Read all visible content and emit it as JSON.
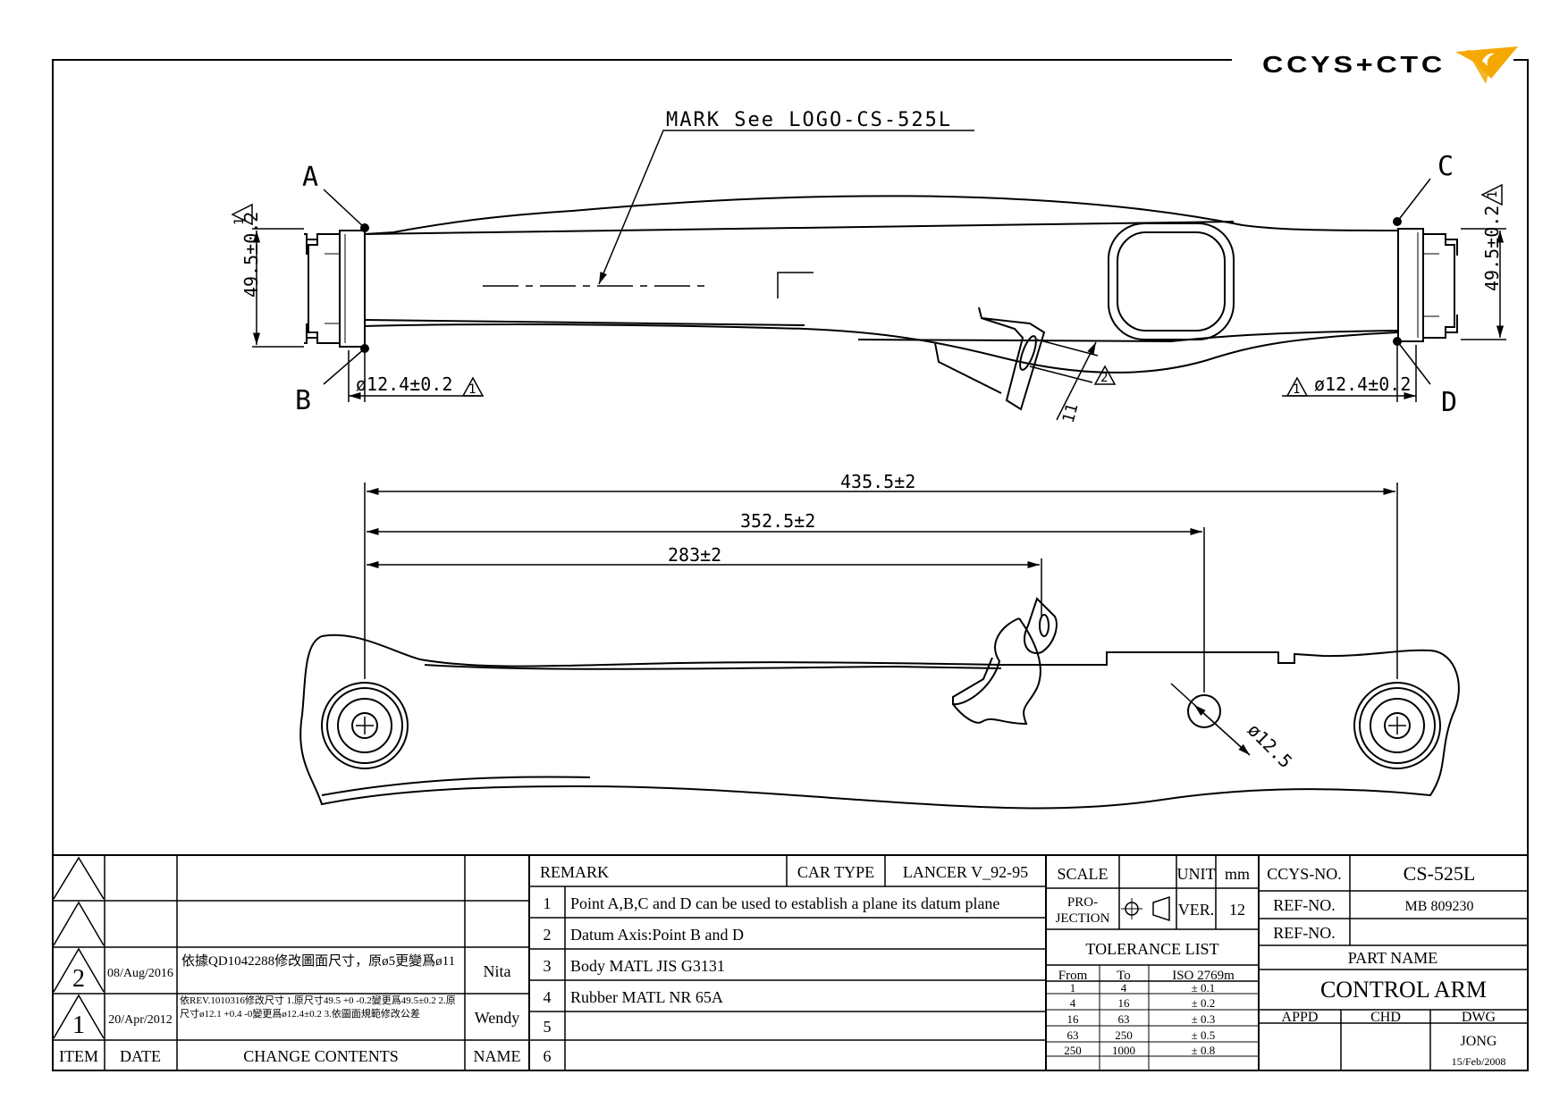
{
  "logo": {
    "text": "CCYS+CTC",
    "accent": "#f5a800"
  },
  "drawing": {
    "mark_note": "MARK See LOGO-CS-525L",
    "points": {
      "a": "A",
      "b": "B",
      "c": "C",
      "d": "D"
    },
    "datum_1": "1",
    "datum_2": "2",
    "height_left": "49.5±0.2",
    "height_right": "49.5±0.2",
    "dia_left": "ø12.4±0.2",
    "dia_right": "ø12.4±0.2",
    "tab_width": "11",
    "len_total": "435.5±2",
    "len_mid": "352.5±2",
    "len_short": "283±2",
    "hole_dia": "ø12.5"
  },
  "revisions": {
    "rows": [
      {
        "item": "",
        "date": "",
        "contents": "",
        "name": ""
      },
      {
        "item": "",
        "date": "",
        "contents": "",
        "name": ""
      },
      {
        "item": "2",
        "date": "08/Aug/2016",
        "contents": "依據QD1042288修改圖面尺寸，原ø5更變爲ø11",
        "name": "Nita"
      },
      {
        "item": "1",
        "date": "20/Apr/2012",
        "contents": "依REV.1010316修改尺寸 1.原尺寸49.5 +0 -0.2變更爲49.5±0.2 2.原尺寸ø12.1 +0.4 -0變更爲ø12.4±0.2 3.依圖面規範修改公差",
        "name": "Wendy"
      }
    ],
    "headers": {
      "item": "ITEM",
      "date": "DATE",
      "contents": "CHANGE CONTENTS",
      "name": "NAME"
    }
  },
  "remarks": {
    "header": "REMARK",
    "car_type_label": "CAR TYPE",
    "car_type": "LANCER V_92-95",
    "items": [
      {
        "no": "1",
        "text": "Point A,B,C and D can be used to establish a plane its datum plane"
      },
      {
        "no": "2",
        "text": "Datum Axis:Point B and D"
      },
      {
        "no": "3",
        "text": "Body MATL JIS G3131"
      },
      {
        "no": "4",
        "text": "Rubber MATL NR 65A"
      },
      {
        "no": "5",
        "text": ""
      },
      {
        "no": "6",
        "text": ""
      }
    ]
  },
  "specs": {
    "scale_label": "SCALE",
    "scale": "",
    "unit_label": "UNIT",
    "unit": "mm",
    "projection_label_1": "PRO-",
    "projection_label_2": "JECTION",
    "ver_label": "VER.",
    "ver": "12",
    "tolerance_title": "TOLERANCE LIST",
    "tol_headers": {
      "from": "From",
      "to": "To",
      "std": "ISO 2769m"
    },
    "tolerances": [
      {
        "from": "1",
        "to": "4",
        "tol": "± 0.1"
      },
      {
        "from": "4",
        "to": "16",
        "tol": "± 0.2"
      },
      {
        "from": "16",
        "to": "63",
        "tol": "± 0.3"
      },
      {
        "from": "63",
        "to": "250",
        "tol": "± 0.5"
      },
      {
        "from": "250",
        "to": "1000",
        "tol": "± 0.8"
      }
    ]
  },
  "title_block": {
    "ccys_no_label": "CCYS-NO.",
    "ccys_no": "CS-525L",
    "ref_no_label": "REF-NO.",
    "ref_no": "MB 809230",
    "ref_no2_label": "REF-NO.",
    "ref_no2": "",
    "part_name_label": "PART NAME",
    "part_name": "CONTROL ARM",
    "appd_label": "APPD",
    "chd_label": "CHD",
    "dwg_label": "DWG",
    "appd": "",
    "chd": "",
    "dwg": "JONG",
    "date": "15/Feb/2008"
  }
}
